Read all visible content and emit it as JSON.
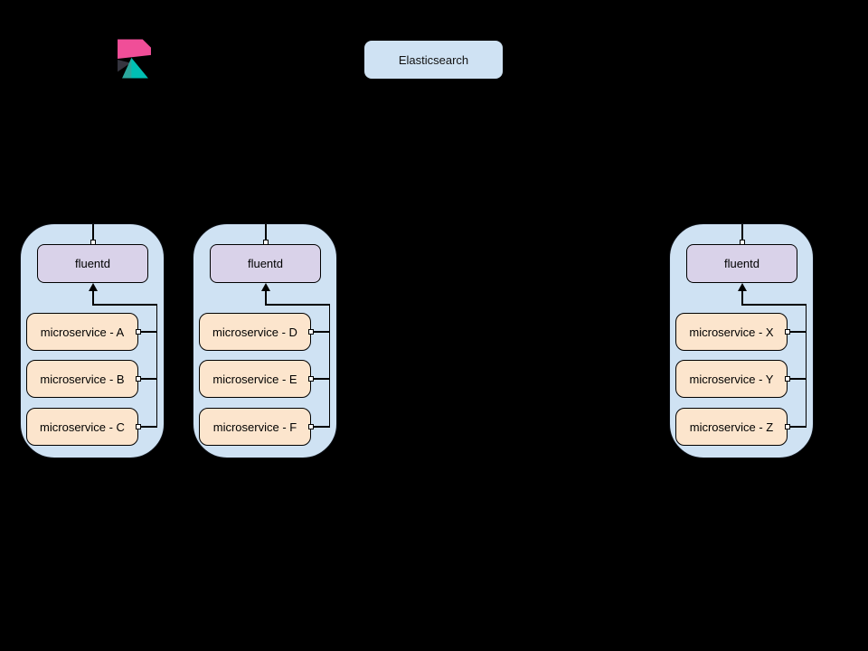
{
  "background_color": "#000000",
  "logo": {
    "name": "Kibana",
    "colors": {
      "pink": "#F04E98",
      "dark": "#35353F",
      "teal": "#00BFB3"
    }
  },
  "elasticsearch": {
    "label": "Elasticsearch",
    "fill": "#cfe2f3"
  },
  "styles": {
    "node_fill": "#cfe2f3",
    "fluentd_fill": "#d9d2e9",
    "service_fill": "#fce5cd",
    "line_color": "#000000",
    "connector_square_fill": "#ffffff"
  },
  "nodes": [
    {
      "fluentd_label": "fluentd",
      "services": [
        "microservice - A",
        "microservice - B",
        "microservice - C"
      ]
    },
    {
      "fluentd_label": "fluentd",
      "services": [
        "microservice - D",
        "microservice - E",
        "microservice - F"
      ]
    },
    {
      "fluentd_label": "fluentd",
      "services": [
        "microservice - X",
        "microservice - Y",
        "microservice - Z"
      ]
    }
  ]
}
